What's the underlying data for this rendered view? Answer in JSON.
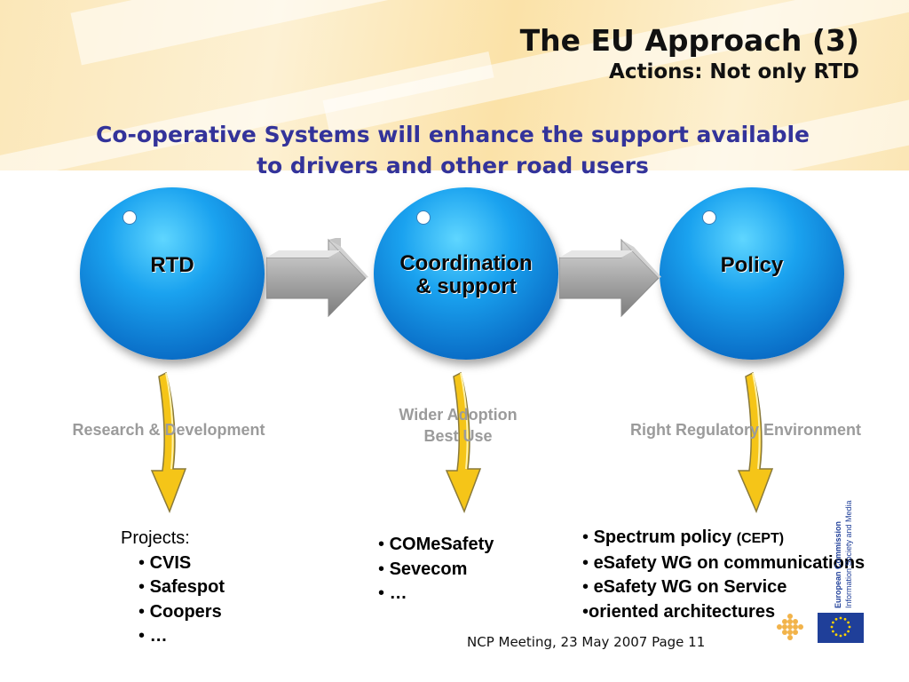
{
  "header": {
    "title": "The EU Approach (3)",
    "subtitle": "Actions: Not only RTD"
  },
  "headline": {
    "line1": "Co-operative Systems will enhance the support available",
    "line2": "to drivers and other road users"
  },
  "spheres": {
    "rtd": "RTD",
    "coordination_line1": "Coordination",
    "coordination_line2": "& support",
    "policy": "Policy"
  },
  "captions": {
    "left": "Research & Development",
    "center_line1": "Wider Adoption",
    "center_line2": "Best Use",
    "right": "Right Regulatory Environment"
  },
  "lists": {
    "projects_label": "Projects:",
    "projects": [
      "CVIS",
      "Safespot",
      "Coopers",
      "…"
    ],
    "center": [
      "COMeSafety",
      "Sevecom",
      "…"
    ],
    "right": {
      "item1_main": "Spectrum policy",
      "item1_note": "(CEPT)",
      "item2": "eSafety WG on communications",
      "item3": "eSafety WG on Service",
      "item4": "oriented architectures"
    }
  },
  "footer": "NCP Meeting, 23 May 2007 Page 11",
  "logo": {
    "line1": "European Commission",
    "line2": "Information Society and Media"
  },
  "colors": {
    "headline": "#33339a",
    "sphere": "#1aa2ef",
    "arrow_yellow": "#f5c518",
    "caption_gray": "#9b9b9b"
  }
}
